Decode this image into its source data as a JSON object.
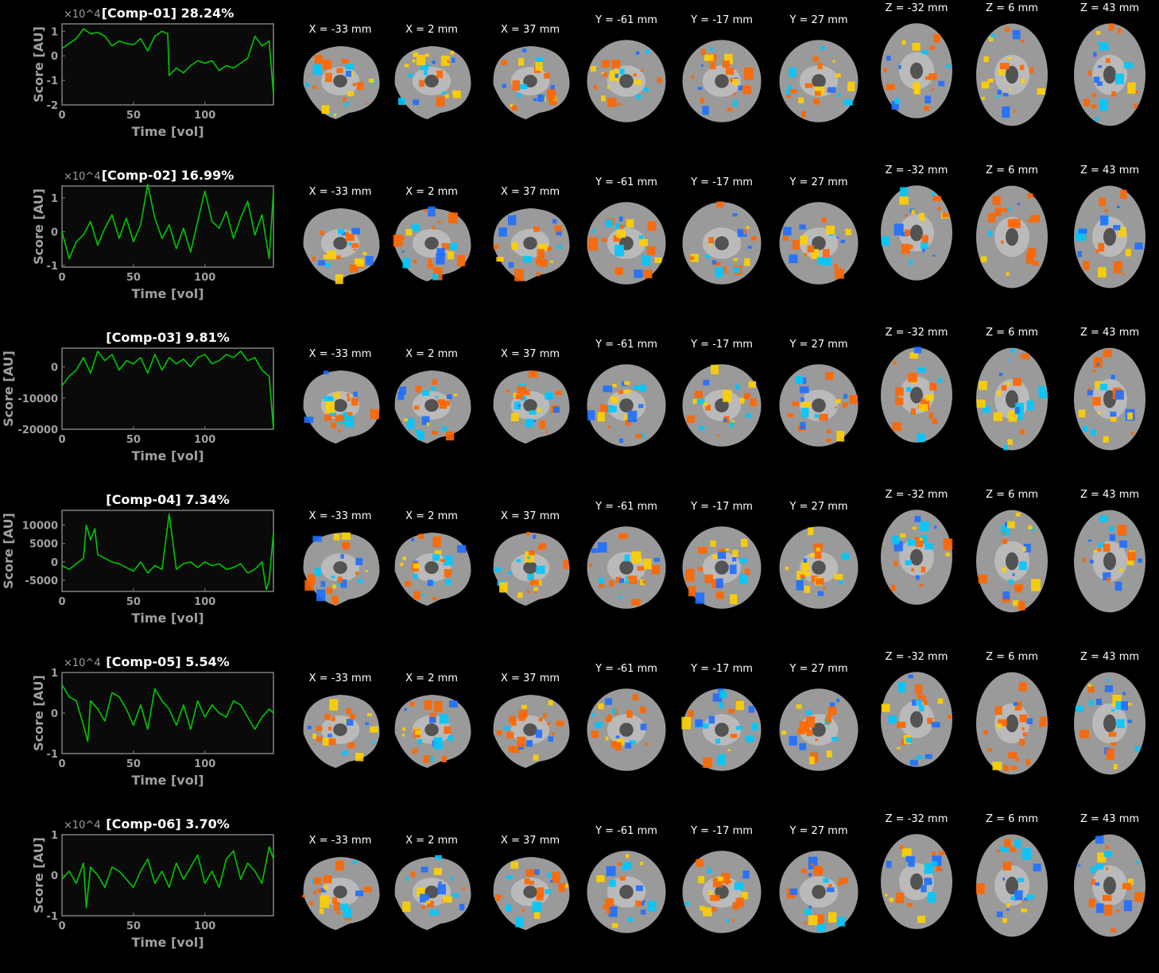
{
  "colors": {
    "trace": "#00c800",
    "axis": "#808080",
    "label": "#a0a0a0",
    "title": "#ffffff",
    "hot": "#ff6600",
    "hot2": "#ffd000",
    "cold": "#1e6fff",
    "cold2": "#00c8ff"
  },
  "slice_labels": [
    "X = -33 mm",
    "X = 2 mm",
    "X = 37 mm",
    "Y = -61 mm",
    "Y = -17 mm",
    "Y = 27 mm",
    "Z = -32 mm",
    "Z = 6 mm",
    "Z = 43 mm"
  ],
  "chart_data": [
    {
      "type": "line",
      "title": "[Comp-01] 28.24%",
      "xlabel": "Time [vol]",
      "ylabel": "Score [AU]",
      "multiplier": "×10^4",
      "xlim": [
        0,
        148
      ],
      "ylim": [
        -2,
        1.3
      ],
      "xticks": [
        "0",
        "50",
        "100"
      ],
      "yticks": [
        "1",
        "0",
        "-1",
        "-2"
      ],
      "ytick_values": [
        1,
        0,
        -1,
        -2
      ],
      "x": [
        0,
        5,
        10,
        15,
        20,
        25,
        30,
        35,
        40,
        45,
        50,
        55,
        60,
        65,
        70,
        74,
        75,
        80,
        85,
        90,
        95,
        100,
        105,
        110,
        115,
        120,
        125,
        130,
        135,
        140,
        145,
        148
      ],
      "values": [
        0.3,
        0.5,
        0.7,
        1.1,
        0.9,
        0.95,
        0.8,
        0.4,
        0.6,
        0.5,
        0.45,
        0.7,
        0.2,
        0.8,
        1.0,
        0.9,
        -0.8,
        -0.5,
        -0.7,
        -0.4,
        -0.2,
        -0.3,
        -0.2,
        -0.6,
        -0.4,
        -0.5,
        -0.3,
        -0.1,
        0.8,
        0.4,
        0.6,
        -1.6
      ]
    },
    {
      "type": "line",
      "title": "[Comp-02] 16.99%",
      "xlabel": "Time [vol]",
      "ylabel": "Score [AU]",
      "multiplier": "×10^4",
      "xlim": [
        0,
        148
      ],
      "ylim": [
        -1.05,
        1.35
      ],
      "xticks": [
        "0",
        "50",
        "100"
      ],
      "yticks": [
        "1",
        "0",
        "-1"
      ],
      "ytick_values": [
        1,
        0,
        -1
      ],
      "x": [
        0,
        5,
        10,
        15,
        20,
        25,
        30,
        35,
        40,
        45,
        50,
        55,
        60,
        65,
        70,
        75,
        80,
        85,
        90,
        95,
        100,
        105,
        110,
        115,
        120,
        125,
        130,
        135,
        140,
        145,
        148
      ],
      "values": [
        0.0,
        -0.8,
        -0.3,
        -0.1,
        0.3,
        -0.4,
        0.1,
        0.5,
        -0.2,
        0.4,
        -0.3,
        0.2,
        1.4,
        0.4,
        -0.2,
        0.2,
        -0.5,
        0.1,
        -0.6,
        0.3,
        1.2,
        0.3,
        0.1,
        0.6,
        -0.2,
        0.4,
        0.9,
        -0.1,
        0.5,
        -0.8,
        1.2
      ]
    },
    {
      "type": "line",
      "title": "[Comp-03] 9.81%",
      "xlabel": "Time [vol]",
      "ylabel": "Score [AU]",
      "multiplier": "",
      "xlim": [
        0,
        148
      ],
      "ylim": [
        -20000,
        6000
      ],
      "xticks": [
        "0",
        "50",
        "100"
      ],
      "yticks": [
        "0",
        "-10000",
        "-20000"
      ],
      "ytick_values": [
        0,
        -10000,
        -20000
      ],
      "x": [
        0,
        5,
        10,
        15,
        20,
        25,
        30,
        35,
        40,
        45,
        50,
        55,
        60,
        65,
        70,
        75,
        80,
        85,
        90,
        95,
        100,
        105,
        110,
        115,
        120,
        125,
        130,
        135,
        140,
        145,
        148
      ],
      "values": [
        -6000,
        -3000,
        -1000,
        3000,
        -2000,
        5000,
        2000,
        4000,
        -1000,
        2000,
        1000,
        3000,
        -2000,
        4000,
        -1000,
        3000,
        1000,
        2500,
        0,
        3000,
        4000,
        1000,
        2000,
        4000,
        3000,
        5000,
        2000,
        3000,
        -1000,
        -3000,
        -20000
      ]
    },
    {
      "type": "line",
      "title": "[Comp-04] 7.34%",
      "xlabel": "Time [vol]",
      "ylabel": "Score [AU]",
      "multiplier": "",
      "xlim": [
        0,
        148
      ],
      "ylim": [
        -8000,
        14000
      ],
      "xticks": [
        "0",
        "50",
        "100"
      ],
      "yticks": [
        "10000",
        "5000",
        "0",
        "-5000"
      ],
      "ytick_values": [
        10000,
        5000,
        0,
        -5000
      ],
      "x": [
        0,
        5,
        10,
        15,
        17,
        20,
        23,
        25,
        30,
        35,
        40,
        45,
        50,
        55,
        60,
        65,
        70,
        75,
        80,
        85,
        90,
        95,
        100,
        105,
        110,
        115,
        120,
        125,
        130,
        135,
        140,
        143,
        145,
        148
      ],
      "values": [
        -1000,
        -2000,
        -500,
        1000,
        10000,
        6000,
        9000,
        2000,
        1000,
        0,
        -500,
        -1500,
        -2500,
        0,
        -3000,
        -1000,
        -2000,
        13000,
        -2000,
        -500,
        0,
        -1500,
        0,
        -1000,
        -500,
        -2000,
        -1500,
        -500,
        -3000,
        -2000,
        0,
        -7500,
        -5000,
        8000
      ]
    },
    {
      "type": "line",
      "title": "[Comp-05] 5.54%",
      "xlabel": "Time [vol]",
      "ylabel": "Score [AU]",
      "multiplier": "×10^4",
      "xlim": [
        0,
        148
      ],
      "ylim": [
        -1,
        1
      ],
      "xticks": [
        "0",
        "50",
        "100"
      ],
      "yticks": [
        "1",
        "0",
        "-1"
      ],
      "ytick_values": [
        1,
        0,
        -1
      ],
      "x": [
        0,
        5,
        10,
        15,
        18,
        20,
        25,
        30,
        35,
        40,
        45,
        50,
        55,
        60,
        65,
        70,
        75,
        80,
        85,
        90,
        95,
        100,
        105,
        110,
        115,
        120,
        125,
        130,
        135,
        140,
        145,
        148
      ],
      "values": [
        0.7,
        0.4,
        0.3,
        -0.3,
        -0.7,
        0.3,
        0.1,
        -0.2,
        0.5,
        0.4,
        0.1,
        -0.3,
        0.2,
        -0.4,
        0.6,
        0.3,
        0.1,
        -0.3,
        0.2,
        -0.4,
        0.3,
        -0.1,
        0.2,
        0.0,
        -0.1,
        0.3,
        0.2,
        -0.1,
        -0.4,
        -0.1,
        0.1,
        0.0
      ]
    },
    {
      "type": "line",
      "title": "[Comp-06] 3.70%",
      "xlabel": "Time [vol]",
      "ylabel": "Score [AU]",
      "multiplier": "×10^4",
      "xlim": [
        0,
        148
      ],
      "ylim": [
        -1,
        1
      ],
      "xticks": [
        "0",
        "50",
        "100"
      ],
      "yticks": [
        "1",
        "0",
        "-1"
      ],
      "ytick_values": [
        1,
        0,
        -1
      ],
      "x": [
        0,
        5,
        10,
        15,
        17,
        20,
        25,
        30,
        35,
        40,
        45,
        50,
        55,
        60,
        65,
        70,
        75,
        80,
        85,
        90,
        95,
        100,
        105,
        110,
        115,
        120,
        125,
        130,
        135,
        140,
        145,
        148
      ],
      "values": [
        -0.1,
        0.1,
        -0.2,
        0.3,
        -0.8,
        0.2,
        0.0,
        -0.3,
        0.2,
        0.1,
        -0.1,
        -0.3,
        0.1,
        0.4,
        -0.2,
        0.1,
        -0.3,
        0.3,
        -0.1,
        0.2,
        0.5,
        -0.2,
        0.1,
        -0.3,
        0.4,
        0.6,
        -0.1,
        0.3,
        0.1,
        -0.2,
        0.7,
        0.4
      ]
    }
  ]
}
